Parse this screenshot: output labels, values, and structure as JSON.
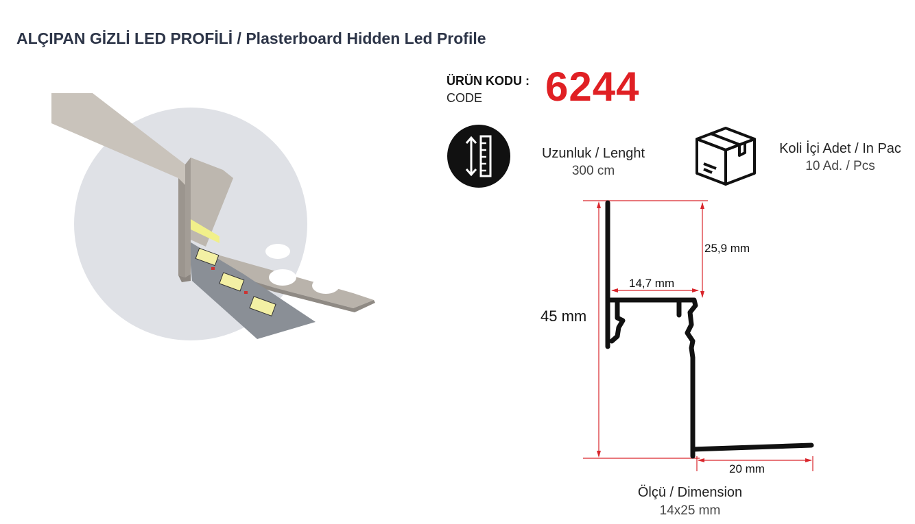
{
  "header": {
    "title": "ALÇIPAN GİZLİ LED PROFİLİ / Plasterboard Hidden Led Profile"
  },
  "product_code": {
    "label": "ÜRÜN KODU :",
    "sublabel": "CODE",
    "value": "6244"
  },
  "specs": {
    "length": {
      "icon": "length-ruler-icon",
      "title": "Uzunluk / Lenght",
      "value": "300 cm"
    },
    "package": {
      "icon": "box-icon",
      "title": "Koli İçi Adet / In Pac",
      "value": "10 Ad. / Pcs"
    },
    "dimension": {
      "title": "Ölçü / Dimension",
      "value": "14x25 mm"
    }
  },
  "drawing": {
    "height_total": "45 mm",
    "top_height": "25,9 mm",
    "channel_width": "14,7 mm",
    "flange_width": "20 mm",
    "line_color": "#111111",
    "dimension_color": "#d9262c"
  },
  "colors": {
    "code_red": "#e02024",
    "title_navy": "#2d3548",
    "circle_bg": "#dfe1e6"
  }
}
